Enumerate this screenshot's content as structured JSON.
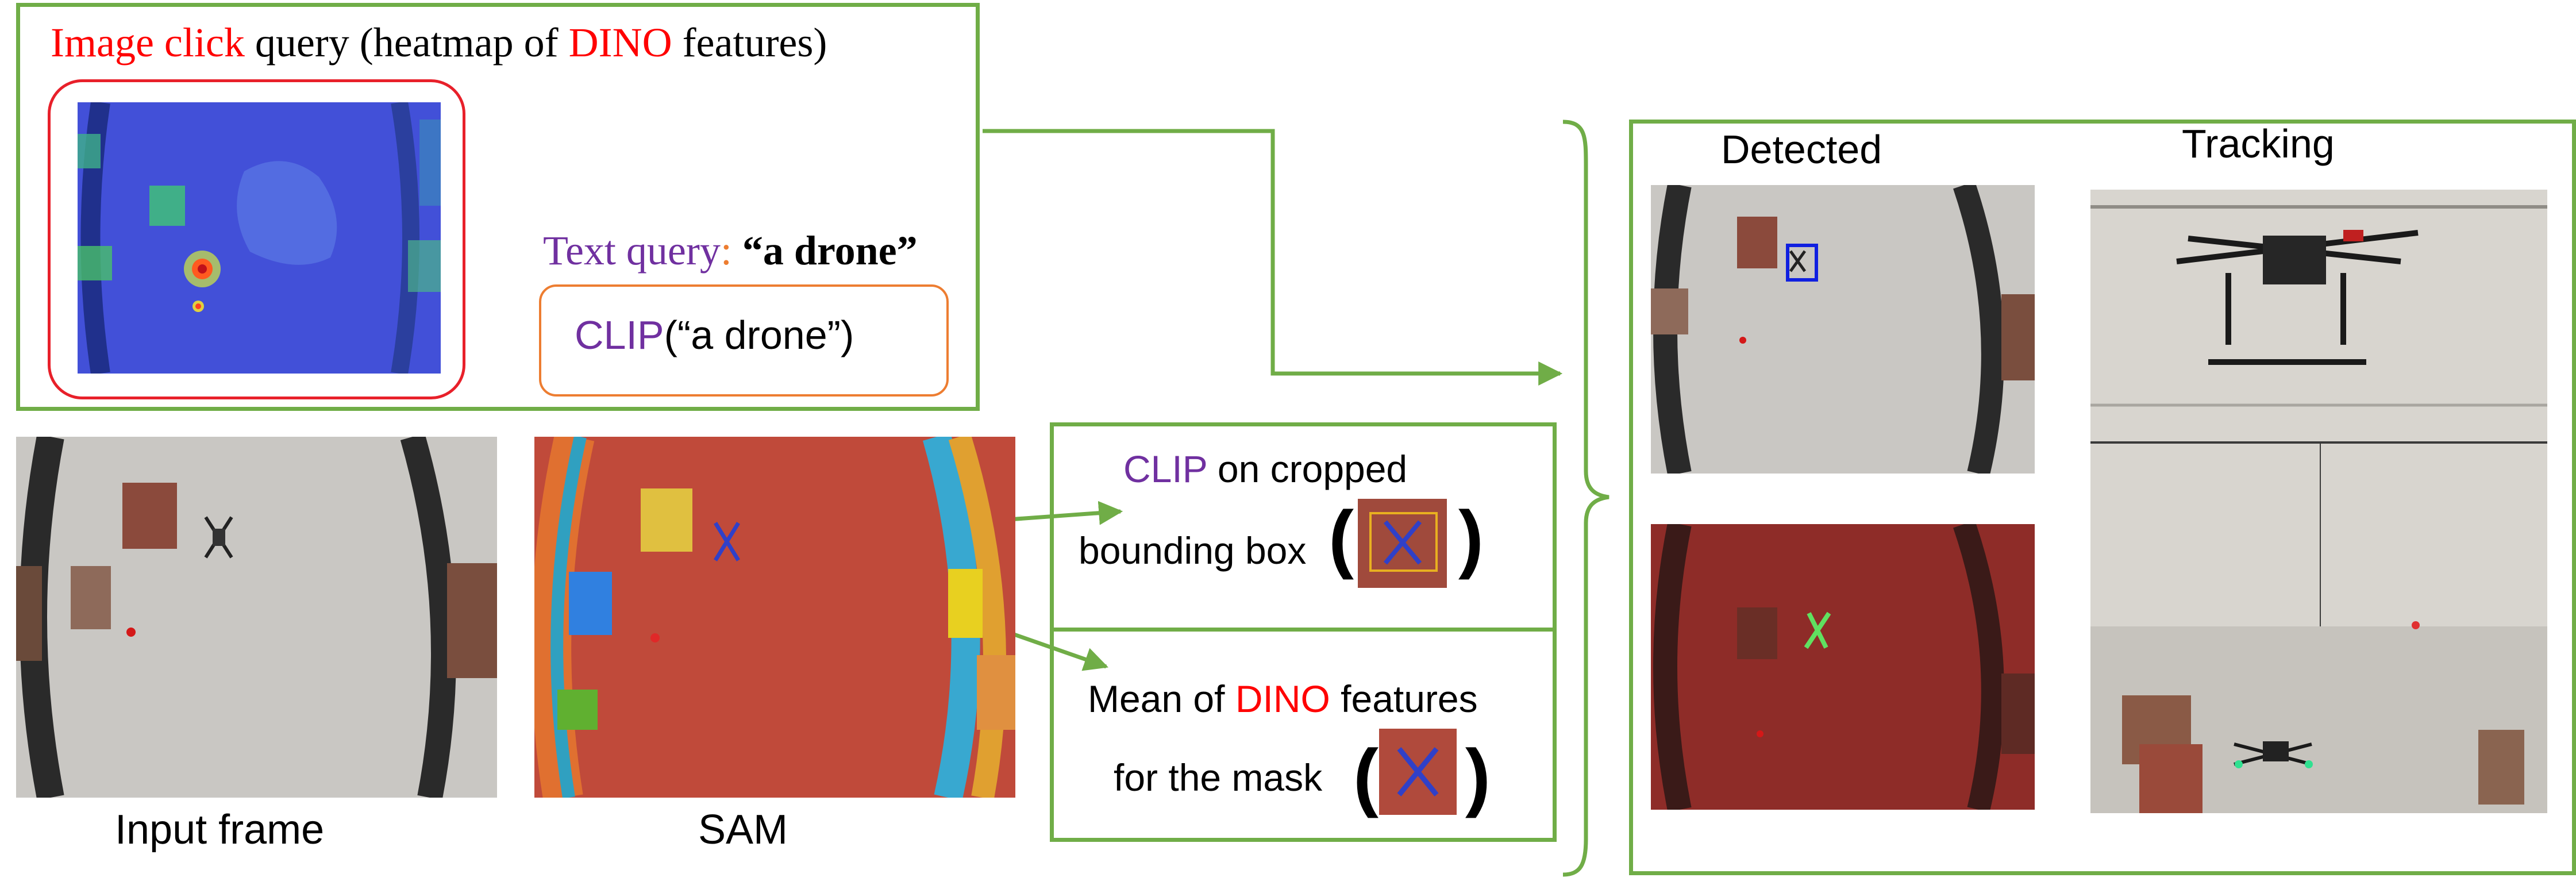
{
  "query_panel": {
    "image_click_label": "Image click",
    "image_click_rest": " query (heatmap of ",
    "dino": "DINO",
    "features_close": " features)",
    "text_query_label": "Text query",
    "text_query_colon": ":",
    "text_query_value": " “a drone”",
    "clip": "CLIP",
    "clip_arg": "(“a drone”)"
  },
  "frames": {
    "input_caption": "Input frame",
    "sam_caption": "SAM"
  },
  "features_panel": {
    "clip": "CLIP",
    "clip_rest": " on cropped",
    "bbox_line": "bounding box",
    "mean_of": "Mean of ",
    "dino": "DINO",
    "features": " features",
    "for_mask": "for the mask"
  },
  "results_panel": {
    "detected": "Detected",
    "tracking": "Tracking"
  },
  "colors": {
    "accent_red": "#ff0000",
    "clip_purple": "#7030a0",
    "box_green": "#70ad47",
    "click_box_red": "#e8202a",
    "text_box_orange": "#ed7d31"
  }
}
